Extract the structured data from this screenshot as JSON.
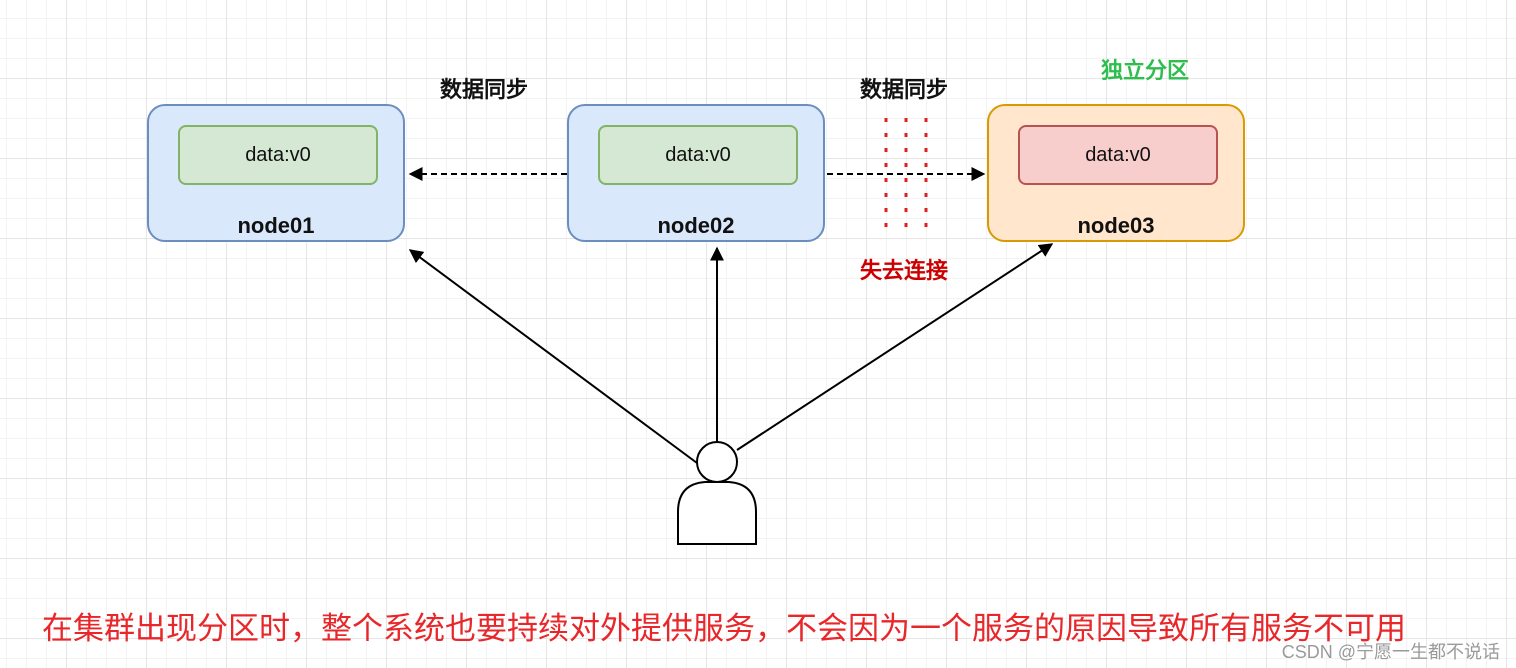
{
  "nodes": [
    {
      "label": "node01",
      "data": "data:v0"
    },
    {
      "label": "node02",
      "data": "data:v0"
    },
    {
      "label": "node03",
      "data": "data:v0"
    }
  ],
  "edges": {
    "sync_left_label": "数据同步",
    "sync_right_label": "数据同步",
    "disconnect_label": "失去连接"
  },
  "partition_label": "独立分区",
  "caption": "在集群出现分区时，整个系统也要持续对外提供服务，不会因为一个服务的原因导致所有服务不可用",
  "watermark": "CSDN @宁愿一生都不说话",
  "colors": {
    "node_fill": "#dae8fc",
    "node_border": "#6c8ebf",
    "data_fill": "#d5e8d4",
    "data_border": "#82b366",
    "partition_node_fill": "#ffe6cc",
    "partition_node_border": "#d79b00",
    "partition_data_fill": "#f8cecc",
    "partition_data_border": "#b85450",
    "partition_label": "#2ebd4e",
    "disconnect": "#cc0000",
    "caption": "#e8272a"
  },
  "icons": {
    "client": "user-icon"
  }
}
